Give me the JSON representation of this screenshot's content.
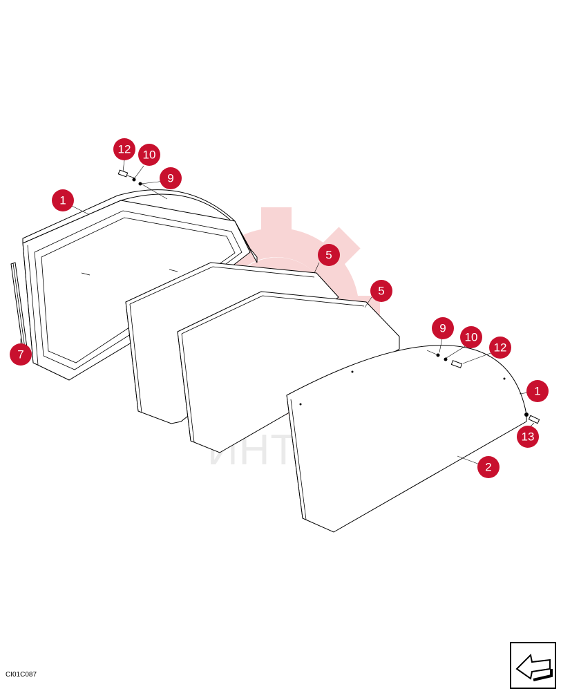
{
  "watermark": {
    "text": "ИНТЕХ",
    "color": "#f2a6a6"
  },
  "reference_code": "CI01C087",
  "callout_color": "#c8102e",
  "callouts": [
    {
      "id": "c12a",
      "label": "12"
    },
    {
      "id": "c10a",
      "label": "10"
    },
    {
      "id": "c9a",
      "label": "9"
    },
    {
      "id": "c1a",
      "label": "1"
    },
    {
      "id": "c5a",
      "label": "5"
    },
    {
      "id": "c5b",
      "label": "5"
    },
    {
      "id": "c7",
      "label": "7"
    },
    {
      "id": "c9b",
      "label": "9"
    },
    {
      "id": "c10b",
      "label": "10"
    },
    {
      "id": "c12b",
      "label": "12"
    },
    {
      "id": "c1b",
      "label": "1"
    },
    {
      "id": "c13",
      "label": "13"
    },
    {
      "id": "c2",
      "label": "2"
    }
  ],
  "icons": {
    "corner": "arrow-box-icon"
  }
}
